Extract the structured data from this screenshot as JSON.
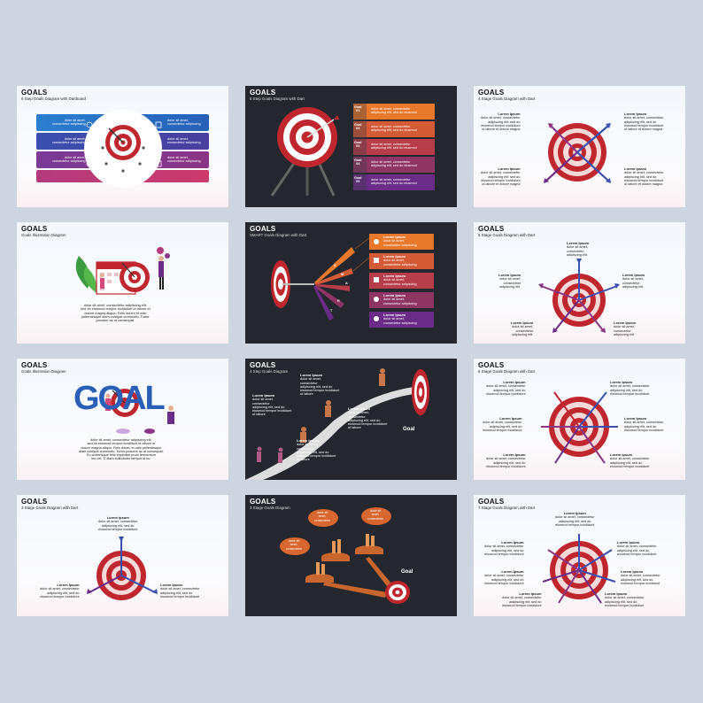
{
  "colors": {
    "background": "#cdd5e0",
    "accent_red": "#c0262e",
    "accent_purple": "#6a2c86",
    "accent_orange": "#e8782b",
    "dark_slide": "#24272d"
  },
  "slides": [
    {
      "title": "GOALS",
      "subtitle": "6 Step Goals Diagram with Dartboard",
      "items": [
        {
          "text": "dolor sit amet,\nconsectetur adipiscing"
        },
        {
          "text": "dolor sit amet,\nconsectetur adipiscing"
        },
        {
          "text": "dolor sit amet,\nconsectetur adipiscing"
        },
        {
          "text": "dolor sit amet,\nconsectetur adipiscing"
        },
        {
          "text": "dolor sit amet,\nconsectetur adipiscing"
        },
        {
          "text": "dolor sit amet,\nconsectetur adipiscing"
        }
      ]
    },
    {
      "title": "GOALS",
      "subtitle": "5 Step Goals Diagram with Dart",
      "steps": [
        {
          "label": "Goal\n01",
          "text": "dolor sit amet, consectetur\nadipiscing elit, sed do eiusmod"
        },
        {
          "label": "Goal\n02",
          "text": "dolor sit amet, consectetur\nadipiscing elit, sed do eiusmod"
        },
        {
          "label": "Goal\n03",
          "text": "dolor sit amet, consectetur\nadipiscing elit, sed do eiusmod"
        },
        {
          "label": "Goal\n04",
          "text": "dolor sit amet, consectetur\nadipiscing elit, sed do eiusmod"
        },
        {
          "label": "Goal\n05",
          "text": "dolor sit amet, consectetur\nadipiscing elit, sed do eiusmod"
        }
      ]
    },
    {
      "title": "GOALS",
      "subtitle": "4 Stage Goals Diagram with Dart",
      "blocks": [
        {
          "heading": "Lorem Ipsum",
          "text": "dolor sit amet, consectetur\nadipiscing elit, sed do\neiusmod tempor incididunt\nut labore et dolore magna"
        },
        {
          "heading": "Lorem Ipsum",
          "text": "dolor sit amet, consectetur\nadipiscing elit, sed do\neiusmod tempor incididunt\nut labore et dolore magna"
        },
        {
          "heading": "Lorem Ipsum",
          "text": "dolor sit amet, consectetur\nadipiscing elit, sed do\neiusmod tempor incididunt\nut labore et dolore magna"
        },
        {
          "heading": "Lorem Ipsum",
          "text": "dolor sit amet, consectetur\nadipiscing elit, sed do\neiusmod tempor incididunt\nut labore et dolore magna"
        }
      ]
    },
    {
      "title": "GOALS",
      "subtitle": "Goals Illustration Diagram",
      "body": "dolor sit amet, consectetur adipiscing elit,\nsed do eiusmod tempor incididunt ut labore et\ndolore magna aliqua. Felis donec et odio\npellentesque diam volutpat commodo. Tortor\nposuere ac ut consequat."
    },
    {
      "title": "GOALS",
      "subtitle": "SMART Goals Diagram with Dart",
      "letters": [
        "S",
        "M",
        "A",
        "R",
        "T"
      ],
      "items": [
        {
          "heading": "Lorem Ipsum",
          "text": "dolor sit amet,\nconsectetur adipiscing"
        },
        {
          "heading": "Lorem Ipsum",
          "text": "dolor sit amet,\nconsectetur adipiscing"
        },
        {
          "heading": "Lorem Ipsum",
          "text": "dolor sit amet,\nconsectetur adipiscing"
        },
        {
          "heading": "Lorem Ipsum",
          "text": "dolor sit amet,\nconsectetur adipiscing"
        },
        {
          "heading": "Lorem Ipsum",
          "text": "dolor sit amet,\nconsectetur adipiscing"
        }
      ]
    },
    {
      "title": "GOALS",
      "subtitle": "5 Stage Goals Diagram with Dart",
      "blocks": [
        {
          "heading": "Lorem Ipsum",
          "text": "dolor sit amet,\nconsectetur\nadipiscing elit."
        },
        {
          "heading": "Lorem Ipsum",
          "text": "dolor sit amet,\nconsectetur\nadipiscing elit."
        },
        {
          "heading": "Lorem Ipsum",
          "text": "dolor sit amet,\nconsectetur\nadipiscing elit."
        },
        {
          "heading": "Lorem Ipsum",
          "text": "dolor sit amet,\nconsectetur\nadipiscing elit."
        },
        {
          "heading": "Lorem Ipsum",
          "text": "dolor sit amet,\nconsectetur\nadipiscing elit."
        }
      ]
    },
    {
      "title": "GOALS",
      "subtitle": "Goals Illustration Diagram",
      "word": "GOAL",
      "body": "dolor sit amet, consectetur adipiscing elit,\nsed do eiusmod tempor incididunt ut labore et\ndolore magna aliqua. Felis donec et odio pellentesque\ndiam volutpat commodo. Tortor posuere ac ut consequat.\nEu scelerisque felis imperdiet proin fermentum\nleo vel. Ti diam sollicitudin tempor id eu."
    },
    {
      "title": "GOALS",
      "subtitle": "4 Step Goals Diagram",
      "goal_label": "Goal",
      "blocks": [
        {
          "heading": "Lorem Ipsum",
          "text": "dolor sit amet,\nconsectetur\nadipiscing elit, sed do\neiusmod tempor incididunt\nut labore"
        },
        {
          "heading": "Lorem Ipsum",
          "text": "dolor sit amet,\nconsectetur\nadipiscing elit, sed do\neiusmod tempor incididunt\nut labore"
        },
        {
          "heading": "Lorem Ipsum",
          "text": "dolor sit amet,\nconsectetur\nadipiscing elit, sed do\neiusmod tempor incididunt\nut labore"
        },
        {
          "heading": "Lorem Ipsum",
          "text": "dolor sit amet,\nconsectetur\nadipiscing elit, sed do\neiusmod tempor incididunt\nut labore"
        }
      ]
    },
    {
      "title": "GOALS",
      "subtitle": "6 Stage Goals Diagram with Dart",
      "blocks": [
        {
          "heading": "Lorem Ipsum",
          "text": "dolor sit amet, consectetur\nadipiscing elit, sed do\neiusmod tempor incididunt"
        },
        {
          "heading": "Lorem Ipsum",
          "text": "dolor sit amet, consectetur\nadipiscing elit, sed do\neiusmod tempor incididunt"
        },
        {
          "heading": "Lorem Ipsum",
          "text": "dolor sit amet, consectetur\nadipiscing elit, sed do\neiusmod tempor incididunt"
        },
        {
          "heading": "Lorem Ipsum",
          "text": "dolor sit amet, consectetur\nadipiscing elit, sed do\neiusmod tempor incididunt"
        },
        {
          "heading": "Lorem Ipsum",
          "text": "dolor sit amet, consectetur\nadipiscing elit, sed do\neiusmod tempor incididunt"
        },
        {
          "heading": "Lorem Ipsum",
          "text": "dolor sit amet, consectetur\nadipiscing elit, sed do\neiusmod tempor incididunt"
        }
      ]
    },
    {
      "title": "GOALS",
      "subtitle": "3 Stage Goals Diagram with Dart",
      "blocks": [
        {
          "heading": "Lorem Ipsum",
          "text": "dolor sit amet, consectetur\nadipiscing elit, sed do\neiusmod tempor incididunt"
        },
        {
          "heading": "Lorem Ipsum",
          "text": "dolor sit amet, consectetur\nadipiscing elit, sed do\neiusmod tempor incididunt"
        },
        {
          "heading": "Lorem Ipsum",
          "text": "dolor sit amet, consectetur\nadipiscing elit, sed do\neiusmod tempor incididunt"
        }
      ]
    },
    {
      "title": "GOALS",
      "subtitle": "3 Stage Goals Diagram",
      "goal_label": "Goal",
      "bubbles": [
        {
          "text": "dolor sit\namet,\nconsectetur"
        },
        {
          "text": "dolor sit\namet,\nconsectetur"
        },
        {
          "text": "dolor sit\namet,\nconsectetur"
        }
      ]
    },
    {
      "title": "GOALS",
      "subtitle": "7 Stage Goals Diagram with Dart",
      "blocks": [
        {
          "heading": "Lorem Ipsum",
          "text": "dolor sit amet, consectetur\nadipiscing elit, sed do\neiusmod tempor incididunt"
        },
        {
          "heading": "Lorem Ipsum",
          "text": "dolor sit amet, consectetur\nadipiscing elit, sed do\neiusmod tempor incididunt"
        },
        {
          "heading": "Lorem Ipsum",
          "text": "dolor sit amet, consectetur\nadipiscing elit, sed do\neiusmod tempor incididunt"
        },
        {
          "heading": "Lorem Ipsum",
          "text": "dolor sit amet, consectetur\nadipiscing elit, sed do\neiusmod tempor incididunt"
        },
        {
          "heading": "Lorem Ipsum",
          "text": "dolor sit amet, consectetur\nadipiscing elit, sed do\neiusmod tempor incididunt"
        },
        {
          "heading": "Lorem Ipsum",
          "text": "dolor sit amet, consectetur\nadipiscing elit, sed do\neiusmod tempor incididunt"
        },
        {
          "heading": "Lorem Ipsum",
          "text": "dolor sit amet, consectetur\nadipiscing elit, sed do\neiusmod tempor incididunt"
        }
      ]
    }
  ]
}
